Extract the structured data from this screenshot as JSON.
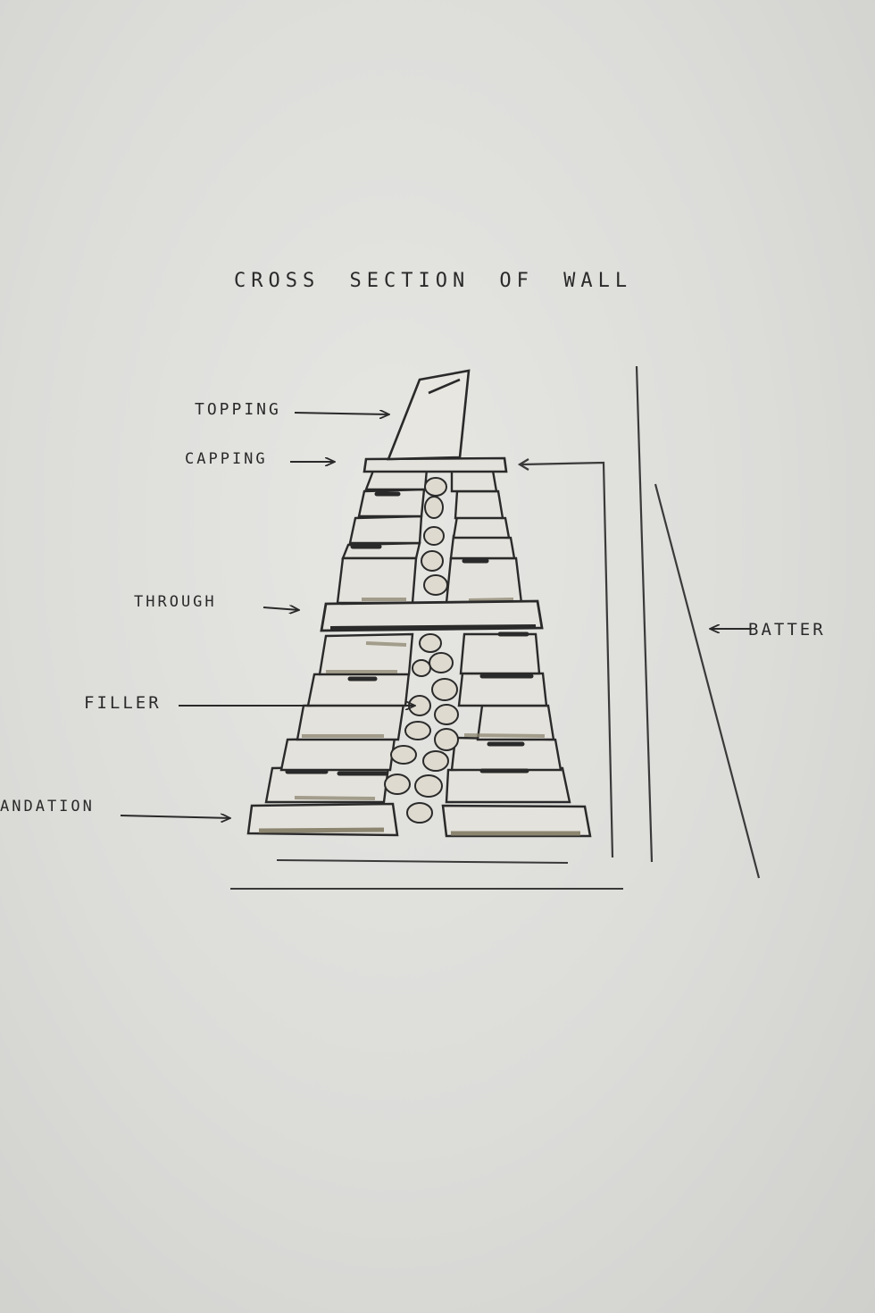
{
  "title": "CROSS SECTION OF WALL",
  "labels": {
    "topping": "TOPPING",
    "capping": "CAPPING",
    "through": "THROUGH",
    "filler": "FILLER",
    "foundation": "ANDATION",
    "batter": "BATTER"
  },
  "colors": {
    "paper": "#dcdcd9",
    "ink": "#2a2a2a",
    "stone_shade": "#8c8570"
  }
}
